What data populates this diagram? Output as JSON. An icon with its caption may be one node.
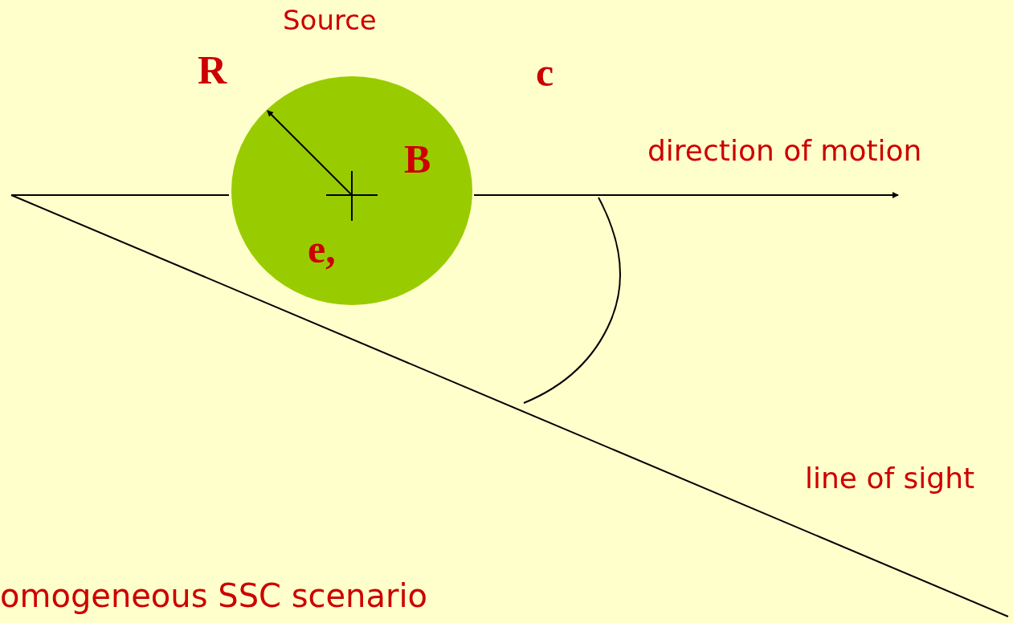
{
  "diagram": {
    "nodes": [
      {
        "text": [
          "B",
          "e,"
        ],
        "beside": [
          "Source"
        ]
      }
    ],
    "labels": [
      "R",
      "c",
      "direction of motion",
      "line of sight",
      "omogeneous SSC scenario"
    ]
  }
}
